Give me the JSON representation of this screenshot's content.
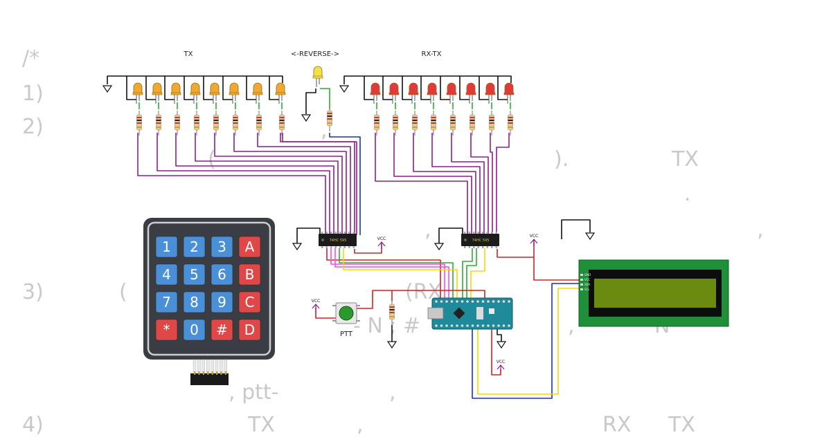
{
  "background_text": {
    "comment_open": "/*",
    "line1": "1)",
    "line2": "2)",
    "line3": "3)",
    "line4": "4)",
    "paren_open_a": "(",
    "paren_close_a": ").",
    "tx_a": "TX",
    "dot_a": ".",
    "comma_a": ",",
    "comma_b": ",",
    "comma_c": ",",
    "paren_open_b": "(",
    "rx_paren": "(RX",
    "n_hash": "- N ; #",
    "comma_d": ",",
    "n_right": "N",
    "ptt_fragment": ", ptt-",
    "comma_e": ",",
    "tx_b": "TX",
    "comma_f": ",",
    "rx_b": "RX",
    "tx_c": "TX"
  },
  "labels": {
    "tx": "TX",
    "reverse": "<-REVERSE->",
    "rx_tx": "RX-TX",
    "vcc": "VCC",
    "ptt": "PTT",
    "chip_text": "74HC 595",
    "lcd_pins": [
      "GND",
      "VCC",
      "SDA",
      "SCL"
    ]
  },
  "keypad": {
    "keys": [
      "1",
      "2",
      "3",
      "A",
      "4",
      "5",
      "6",
      "B",
      "7",
      "8",
      "9",
      "C",
      "*",
      "0",
      "#",
      "D"
    ],
    "colors": {
      "number": "#4a90d9",
      "letter": "#e04848",
      "symbol": "#e04848"
    }
  },
  "colors": {
    "led_tx": "#f0a830",
    "led_rx": "#e23a3a",
    "led_reverse": "#f2e24a",
    "wire_purple": "#8a1e8a",
    "wire_blue": "#1a2fbf",
    "wire_red": "#d42020",
    "wire_yellow": "#f5d800",
    "wire_green": "#28b02a",
    "wire_magenta": "#ff44ff",
    "wire_black": "#111111",
    "lcd_board": "#1f8f3a",
    "lcd_screen": "#6a8a10",
    "arduino": "#1f8a9a",
    "button": "#2a9a2a",
    "keypad_body": "#3a3e44"
  }
}
